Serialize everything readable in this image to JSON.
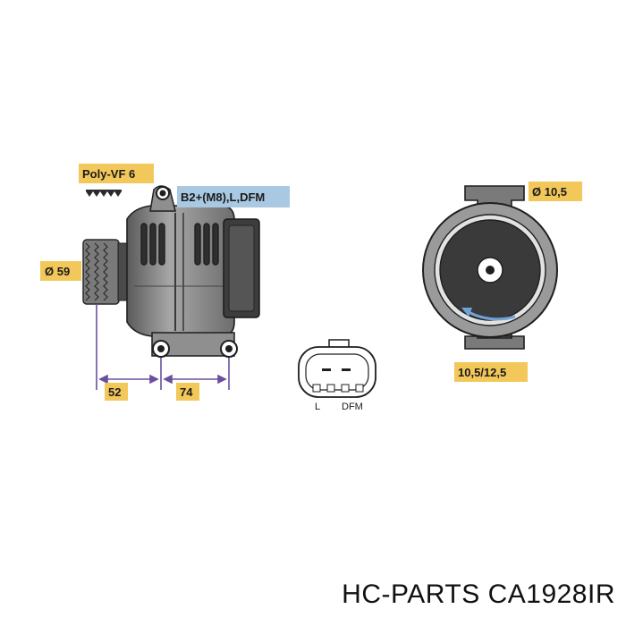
{
  "labels": {
    "belt": "Poly-VF 6",
    "terminals": "B2+(M8),L,DFM",
    "pulley_diameter": "Ø 59",
    "mount_distance_left": "52",
    "mount_distance_right": "74",
    "mount_hole_top": "Ø 10,5",
    "mount_hole_bottom": "10,5/12,5",
    "plug_pin_left": "L",
    "plug_pin_right": "DFM"
  },
  "caption": {
    "brand": "HC-PARTS",
    "part_number": "CA1928IR"
  },
  "colors": {
    "label_yellow": "#f2c85a",
    "label_blue": "#a9c8e2",
    "body_gray": "#8a8a8a",
    "dark_gray": "#3a3a3a",
    "dimension_purple": "#6b4fa0",
    "arrow_blue": "#6fa3d8"
  }
}
